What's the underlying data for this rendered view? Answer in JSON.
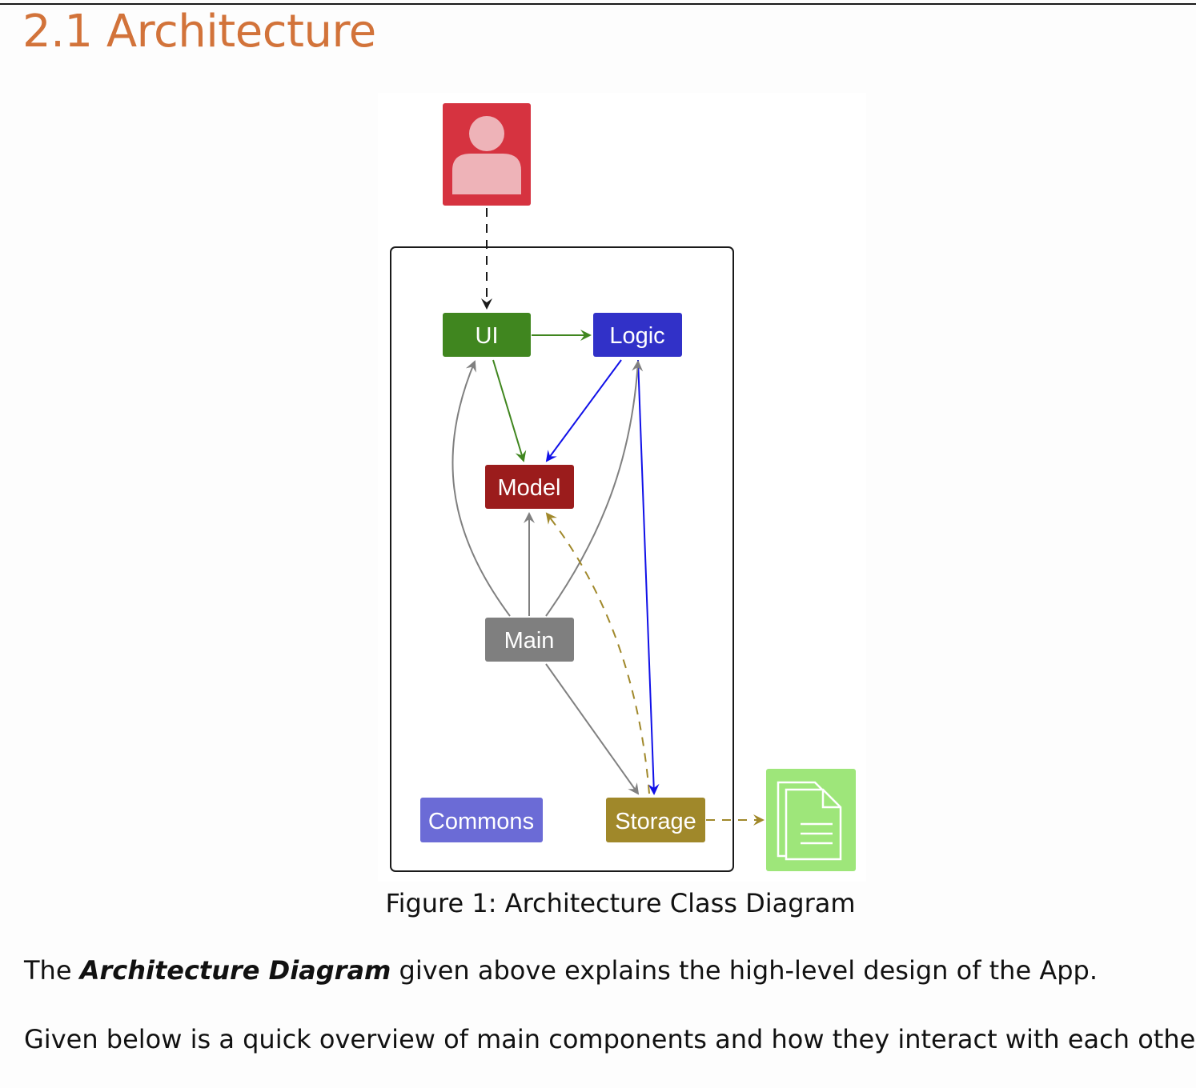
{
  "section": {
    "title": "2.1 Architecture"
  },
  "diagram": {
    "nodes": {
      "ui": {
        "label": "UI",
        "color": "#40861f"
      },
      "logic": {
        "label": "Logic",
        "color": "#3131c8"
      },
      "model": {
        "label": "Model",
        "color": "#9b1c1c"
      },
      "main": {
        "label": "Main",
        "color": "#7f7f7f"
      },
      "commons": {
        "label": "Commons",
        "color": "#6b6bd6"
      },
      "storage": {
        "label": "Storage",
        "color": "#a0882a"
      }
    },
    "actor_icon": "user-icon",
    "actor_color": "#d63340",
    "file_icon": "document-icon",
    "file_color": "#9ee67a"
  },
  "figure": {
    "caption": "Figure 1: Architecture Class Diagram"
  },
  "body": {
    "p1_before": "The ",
    "p1_emphasis": "Architecture Diagram",
    "p1_after": " given above explains the high-level design of the App.",
    "p2": "Given below is a quick overview of main components and how they interact with each other."
  }
}
